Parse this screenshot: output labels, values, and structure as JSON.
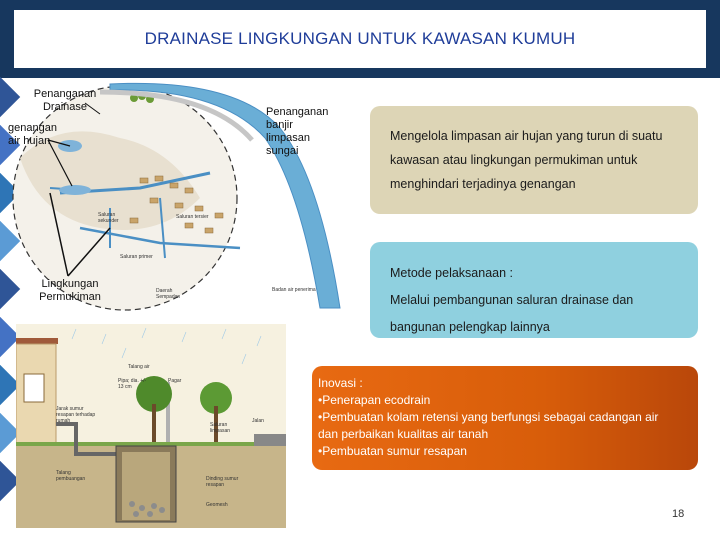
{
  "title": "DRAINASE LINGKUNGAN UNTUK KAWASAN KUMUH",
  "diagram_top": {
    "labels": {
      "penanganan_drainase": "Penanganan\nDrainase",
      "genangan": "genangan\nair hujan",
      "penanganan_banjir": "Penanganan\nbanjir\nlimpasan\nsungai",
      "lingkungan": "Lingkungan\nPermukiman"
    },
    "small_labels": [
      "Saluran sekunder",
      "Saluran tersier",
      "Saluran primer",
      "Daerah Sempadan",
      "Badan air penerima"
    ]
  },
  "diagram_bottom": {
    "labels": [
      "Talang air",
      "Pagar",
      "Pipa; dia. +/- 13 cm",
      "Jarak sumur resapan terhadap rumah",
      "Saluran limpasan",
      "Talang pembuangan",
      "Dinding sumur resapan",
      "Geomesh",
      "Jalan"
    ]
  },
  "boxes": [
    {
      "lines": [
        "Mengelola limpasan air hujan yang turun di suatu",
        "kawasan atau lingkungan permukiman untuk",
        "menghindari terjadinya genangan"
      ]
    },
    {
      "lines": [
        "Metode pelaksanaan :",
        "Melalui pembangunan saluran drainase dan",
        "bangunan pelengkap lainnya"
      ]
    },
    {
      "lines": [
        "Inovasi :",
        "•Penerapan ecodrain",
        "•Pembuatan kolam retensi yang berfungsi sebagai cadangan air",
        "dan perbaikan kualitas air tanah",
        "•Pembuatan sumur resapan"
      ]
    }
  ],
  "colors": {
    "title_bar": "#17375e",
    "title_text": "#1f3d99",
    "box1": "#ddd5b6",
    "box2": "#8fd0df",
    "box3": "#e86a12"
  },
  "page_number": "18"
}
